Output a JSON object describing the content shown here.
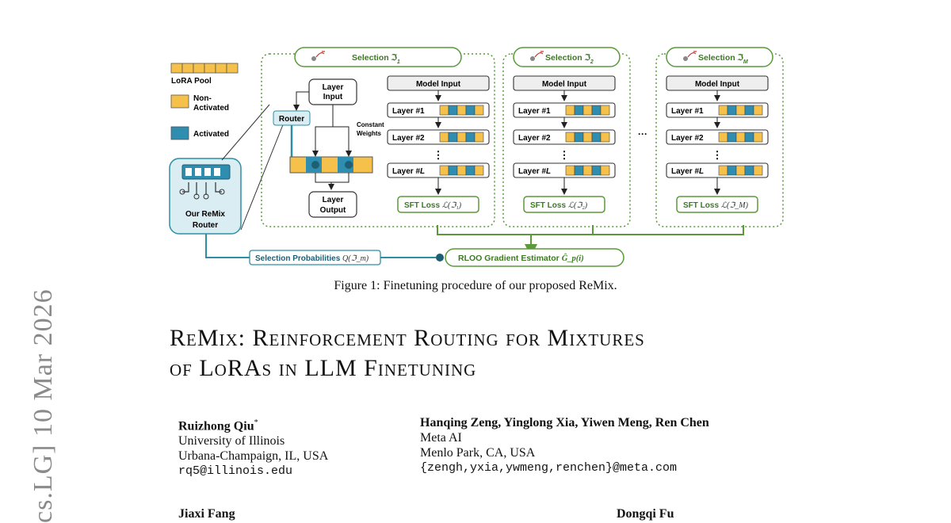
{
  "side_stamp": "cs.LG]  10 Mar 2026",
  "figure": {
    "lora_pool": "LoRA Pool",
    "legend_non": [
      "Non-",
      "Activated"
    ],
    "legend_act": "Activated",
    "router": "Router",
    "remix_router": [
      "Our ReMix",
      "Router"
    ],
    "layer_input": [
      "Layer",
      "Input"
    ],
    "layer_output": [
      "Layer",
      "Output"
    ],
    "constant_weights": [
      "Constant",
      "Weights"
    ],
    "selections": [
      "Selection ℑ",
      "Selection ℑ",
      "Selection ℑ"
    ],
    "selection_subs": [
      "1",
      "2",
      "M"
    ],
    "model_input": "Model Input",
    "layer1": "Layer #1",
    "layer2": "Layer #2",
    "layerL": "Layer #",
    "layerL_italic": "L",
    "sft_loss": "SFT Loss",
    "sft_terms": [
      "ℒ(ℑ₁)",
      "ℒ(ℑ₂)",
      "ℒ(ℑ_M)"
    ],
    "ellipsis": "···",
    "vdots": "⋮",
    "sel_prob": "Selection Probabilities",
    "sel_prob_term": "Q(ℑ_m)",
    "rloo": "RLOO Gradient Estimator",
    "rloo_term": "Ĝ_p(i)",
    "colors": {
      "green": "#5a9a3a",
      "teal": "#2e8fa3",
      "yellow": "#f5c14a",
      "blue": "#2f8eb0"
    }
  },
  "caption": "Figure 1: Finetuning procedure of our proposed ReMix.",
  "title_line1": "ReMix: Reinforcement Routing for Mixtures",
  "title_line2": "of LoRAs in LLM Finetuning",
  "authors": [
    {
      "name": "Ruizhong Qiu",
      "mark": "*",
      "lines": [
        "University of Illinois",
        "Urbana-Champaign, IL, USA"
      ],
      "email": "rq5@illinois.edu"
    },
    {
      "name": "Hanqing Zeng, Yinglong Xia, Yiwen Meng, Ren Chen",
      "mark": "",
      "lines": [
        "Meta AI",
        "Menlo Park, CA, USA"
      ],
      "email": "{zengh,yxia,ywmeng,renchen}@meta.com"
    }
  ],
  "partial_authors": [
    "Jiaxi Fang",
    "Dongqi Fu"
  ]
}
